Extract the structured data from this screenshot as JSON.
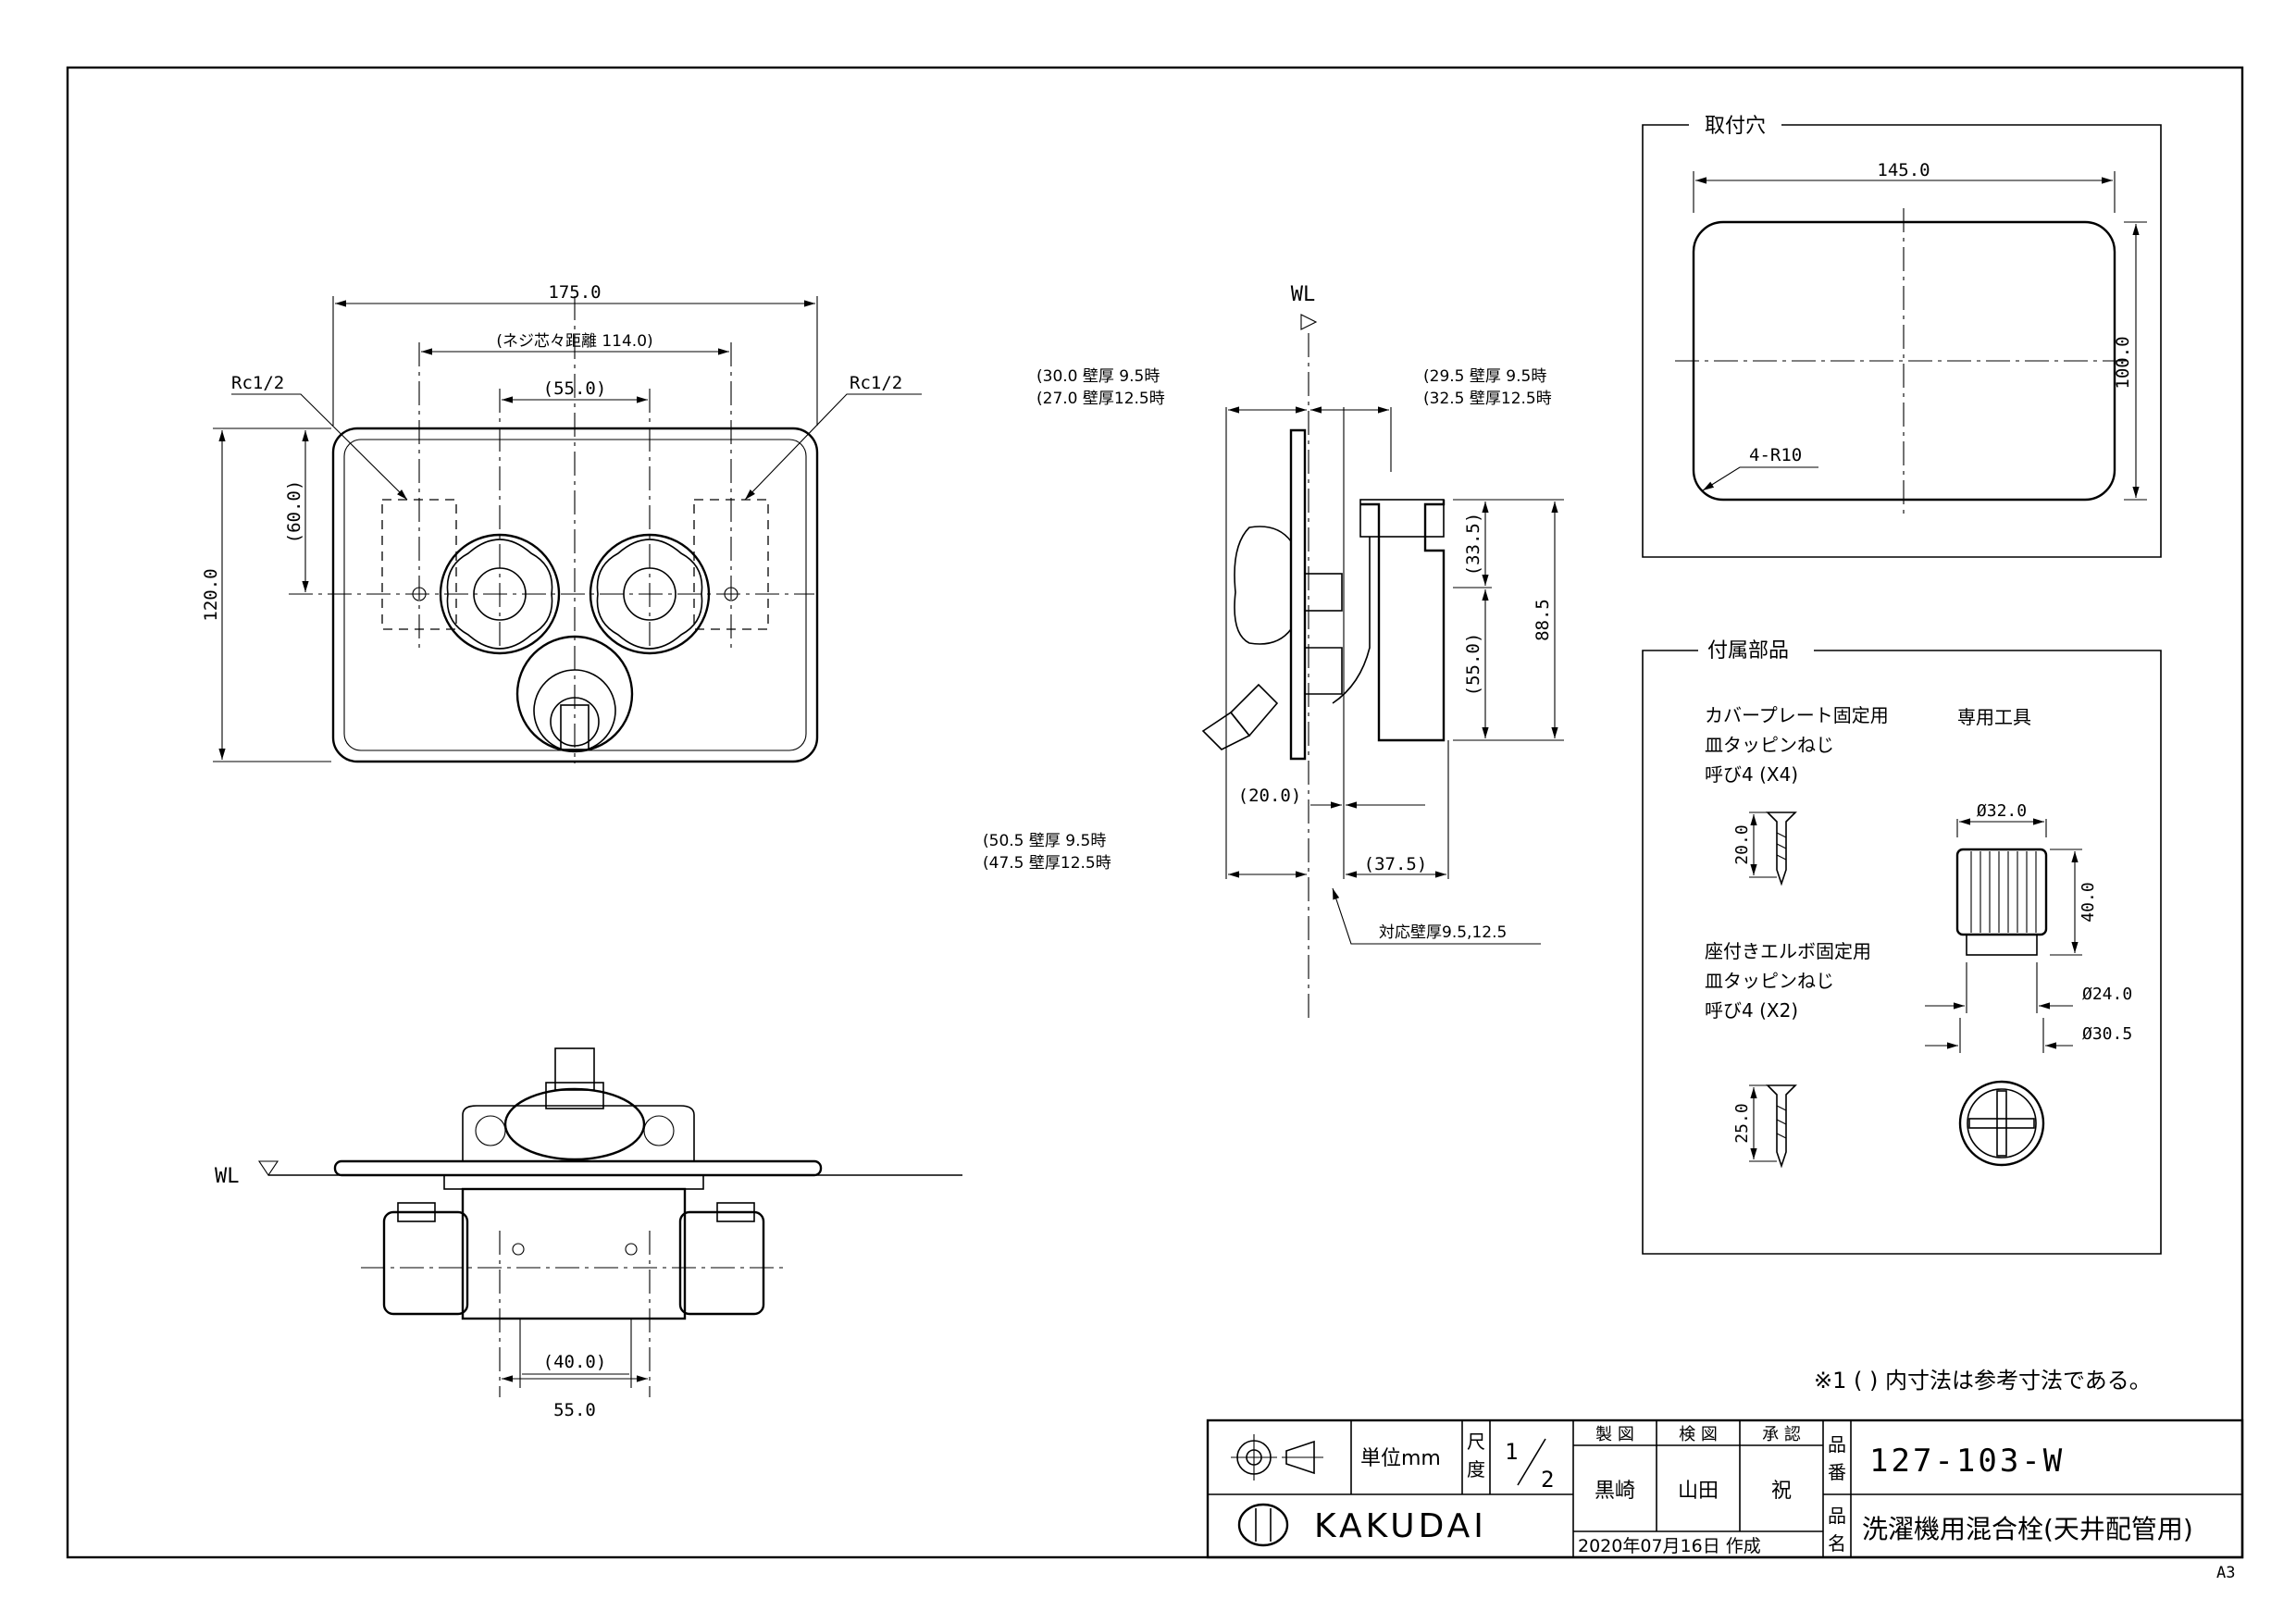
{
  "front_view": {
    "dim_width": "175.0",
    "dim_screw_pitch": "(ネジ芯々距離 114.0)",
    "dim_center": "(55.0)",
    "dim_height": "120.0",
    "dim_upper": "(60.0)",
    "thread_left": "Rc1/2",
    "thread_right": "Rc1/2"
  },
  "side_view": {
    "wl": "WL",
    "dim_top_left_1": "(30.0 壁厚 9.5時",
    "dim_top_left_2": "(27.0 壁厚12.5時",
    "dim_top_right_1": "(29.5 壁厚 9.5時",
    "dim_top_right_2": "(32.5 壁厚12.5時",
    "dim_33_5": "(33.5)",
    "dim_55_0": "(55.0)",
    "dim_88_5": "88.5",
    "dim_20_0": "(20.0)",
    "dim_bottom_left_1": "(50.5 壁厚 9.5時",
    "dim_bottom_left_2": "(47.5 壁厚12.5時",
    "dim_37_5": "(37.5)",
    "wall_note": "対応壁厚9.5,12.5"
  },
  "bottom_view": {
    "wl": "WL",
    "dim_40": "(40.0)",
    "dim_55": "55.0"
  },
  "mounting_hole": {
    "title": "取付穴",
    "dim_width": "145.0",
    "dim_height": "100.0",
    "radius": "4-R10"
  },
  "accessories": {
    "title": "付属部品",
    "screw1_l1": "カバープレート固定用",
    "screw1_l2": "皿タッピンねじ",
    "screw1_l3": "呼び4 (X4)",
    "screw1_len": "20.0",
    "tool_label": "専用工具",
    "tool_d32": "Ø32.0",
    "tool_h40": "40.0",
    "tool_d24": "Ø24.0",
    "tool_d30": "Ø30.5",
    "screw2_l1": "座付きエルボ固定用",
    "screw2_l2": "皿タッピンねじ",
    "screw2_l3": "呼び4 (X2)",
    "screw2_len": "25.0"
  },
  "note": "※1 ( ) 内寸法は参考寸法である。",
  "title_block": {
    "unit_label": "単位mm",
    "scale_label_1": "尺",
    "scale_label_2": "度",
    "scale_num": "1",
    "scale_den": "2",
    "made_label": "製 図",
    "check_label": "検 図",
    "approve_label": "承 認",
    "made_by": "黒崎",
    "checked_by": "山田",
    "approved_by": "祝",
    "part_no_label_1": "品",
    "part_no_label_2": "番",
    "part_no": "127-103-W",
    "name_label_1": "品",
    "name_label_2": "名",
    "part_name": "洗濯機用混合栓(天井配管用)",
    "company": "KAKUDAI",
    "date": "2020年07月16日 作成",
    "paper_size": "A3"
  }
}
